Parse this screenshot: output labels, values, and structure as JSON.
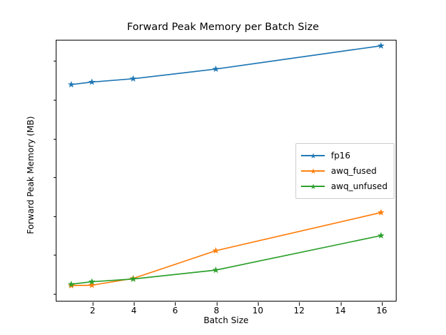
{
  "chart_data": {
    "type": "line",
    "title": "Forward Peak Memory per Batch Size",
    "xlabel": "Batch Size",
    "ylabel": "Forward Peak Memory (MB)",
    "x": [
      1,
      2,
      4,
      8,
      16
    ],
    "xlim": [
      0.25,
      16.75
    ],
    "ylim": [
      5560,
      19060
    ],
    "xticks": [
      2,
      4,
      6,
      8,
      10,
      12,
      14,
      16
    ],
    "yticks": [
      6000,
      8000,
      10000,
      12000,
      14000,
      16000,
      18000
    ],
    "grid": false,
    "legend_position": "center right",
    "series": [
      {
        "name": "fp16",
        "color": "#1f77b4",
        "marker": "star",
        "values": [
          16750,
          16880,
          17050,
          17550,
          18750
        ]
      },
      {
        "name": "awq_fused",
        "color": "#ff7f0e",
        "marker": "star",
        "values": [
          6380,
          6400,
          6750,
          8180,
          10150
        ]
      },
      {
        "name": "awq_unfused",
        "color": "#2ca02c",
        "marker": "star",
        "values": [
          6450,
          6580,
          6720,
          7180,
          8960
        ]
      }
    ]
  },
  "figure": {
    "background": "#ffffff",
    "axes_edge_color": "#000000",
    "text_color": "#000000"
  }
}
